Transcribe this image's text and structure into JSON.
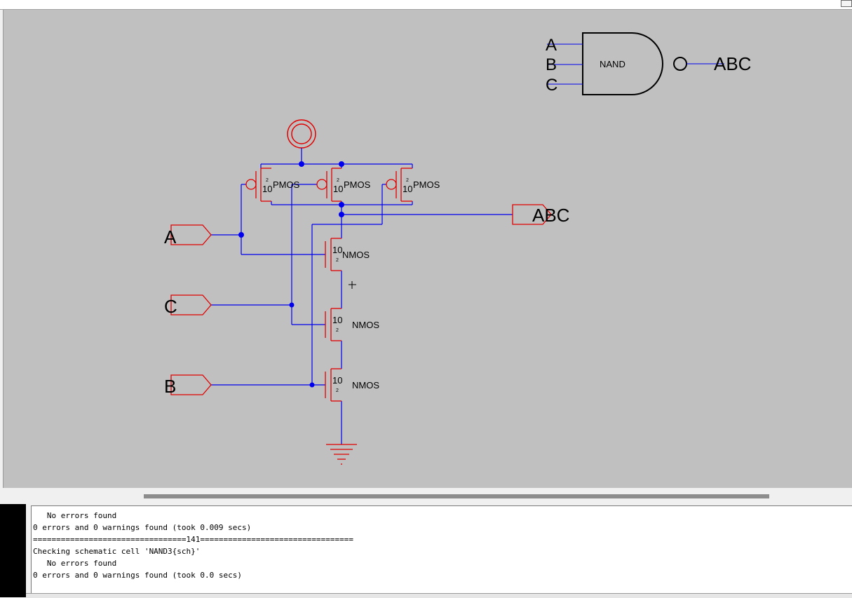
{
  "schematic": {
    "icon": {
      "gate_label": "NAND",
      "inputs": [
        "A",
        "B",
        "C"
      ],
      "output": "ABC"
    },
    "ports": {
      "in_a": "A",
      "in_c": "C",
      "in_b": "B",
      "out": "ABC"
    },
    "pmos": [
      {
        "type": "PMOS",
        "width": "10",
        "length": "2"
      },
      {
        "type": "PMOS",
        "width": "10",
        "length": "2"
      },
      {
        "type": "PMOS",
        "width": "10",
        "length": "2"
      }
    ],
    "nmos": [
      {
        "type": "NMOS",
        "width": "10",
        "length": "2"
      },
      {
        "type": "NMOS",
        "width": "10",
        "length": "2"
      },
      {
        "type": "NMOS",
        "width": "10",
        "length": "2"
      }
    ],
    "colors": {
      "wire": "#0000ee",
      "component": "#e00000",
      "background": "#c0c0c0"
    }
  },
  "console": {
    "lines": [
      "   No errors found",
      "0 errors and 0 warnings found (took 0.009 secs)",
      "=================================141=================================",
      "Checking schematic cell 'NAND3{sch}'",
      "   No errors found",
      "0 errors and 0 warnings found (took 0.0 secs)"
    ]
  }
}
